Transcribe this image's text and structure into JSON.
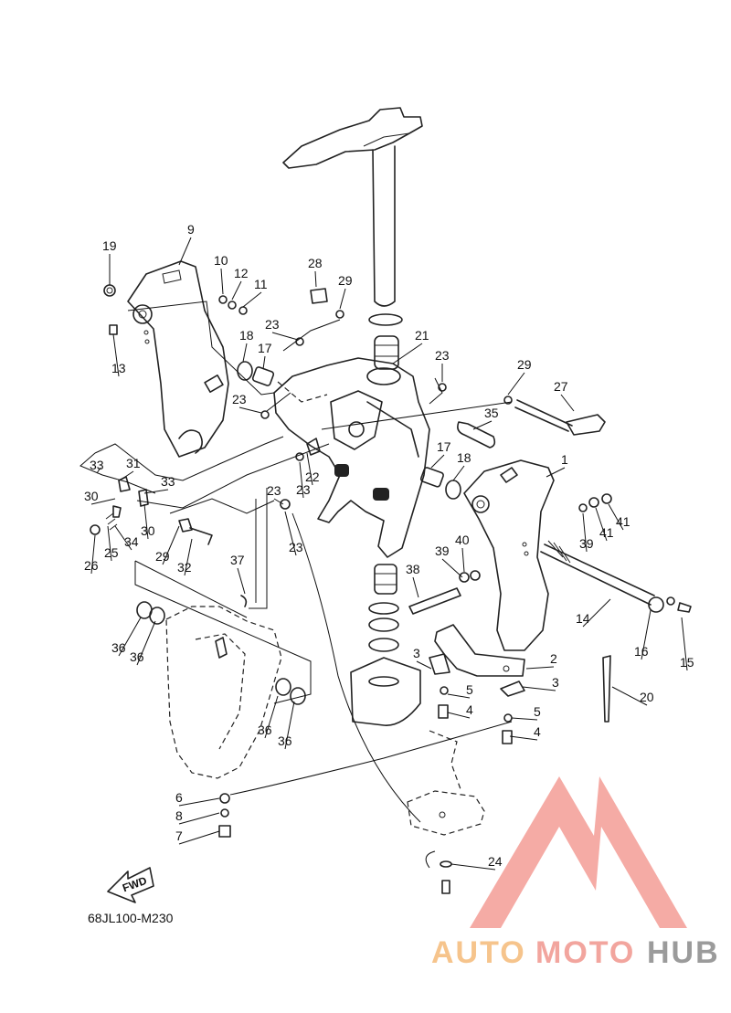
{
  "diagram": {
    "code": "68JL100-M230",
    "fwd_label": "FWD",
    "watermark": {
      "word_part1": "AUTO",
      "word_part2": "MOTO",
      "word_part3": "HUB",
      "colors": {
        "triangle": "#f2a59e",
        "auto": "#f6c48c",
        "moto": "#f2a59e",
        "hub": "#9e9e9e"
      }
    },
    "labels": [
      "19",
      "9",
      "10",
      "12",
      "11",
      "13",
      "18",
      "17",
      "23",
      "23",
      "28",
      "29",
      "23",
      "21",
      "23",
      "29",
      "27",
      "35",
      "1",
      "17",
      "18",
      "22",
      "23",
      "33",
      "31",
      "33",
      "30",
      "30",
      "34",
      "25",
      "26",
      "29",
      "32",
      "23",
      "37",
      "39",
      "41",
      "40",
      "39",
      "41",
      "38",
      "14",
      "16",
      "15",
      "3",
      "2",
      "5",
      "4",
      "3",
      "5",
      "4",
      "36",
      "36",
      "36",
      "36",
      "20",
      "6",
      "8",
      "7",
      "24"
    ]
  }
}
